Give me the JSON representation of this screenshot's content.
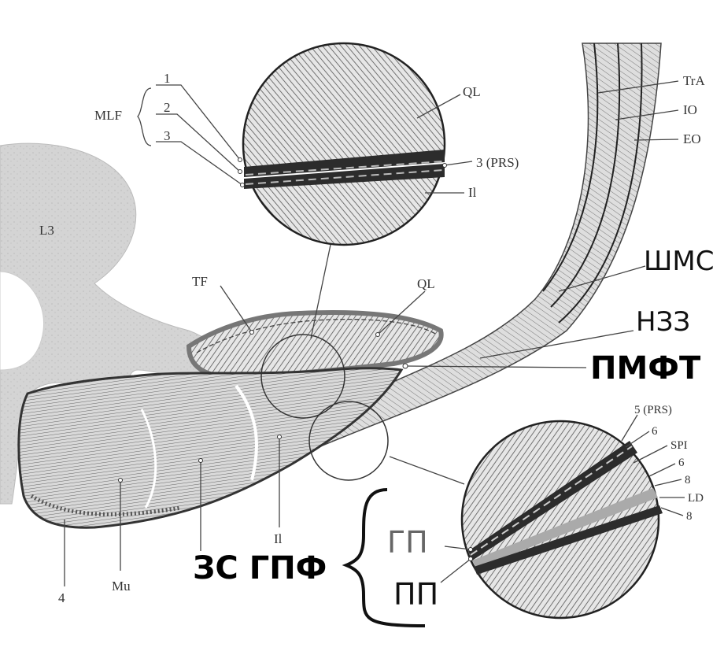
{
  "labels": {
    "mlf": "MLF",
    "n1": "1",
    "n2": "2",
    "n3": "3",
    "ql_top": "QL",
    "prs3": "3 (PRS)",
    "il_top": "Il",
    "tra": "TrA",
    "io": "IO",
    "eo": "EO",
    "l3": "L3",
    "tf": "TF",
    "ql_mid": "QL",
    "il_mid": "Il",
    "mu": "Mu",
    "n4": "4",
    "prs5": "5 (PRS)",
    "n6a": "6",
    "spi": "SPI",
    "n6b": "6",
    "n8a": "8",
    "ld": "LD",
    "n8b": "8"
  },
  "ru_labels": {
    "shms": "ШМС",
    "nzz": "НЗЗ",
    "pmft": "ПМФТ",
    "zs_gpf": "ЗС ГПФ",
    "gp": "ГП",
    "pp": "ПП"
  },
  "colors": {
    "bone": "#dcdcdc",
    "muscle": "#c8c8c8",
    "fascia": "#3a3a3a",
    "ink": "#333333"
  }
}
